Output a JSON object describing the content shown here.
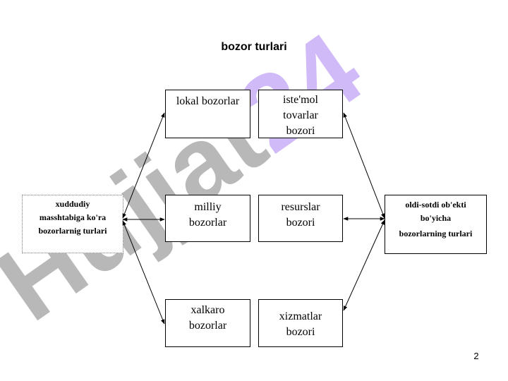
{
  "title": "bozor turlari",
  "left_category": {
    "lines": [
      "xuddudiy",
      "masshtabiga ko'ra",
      "bozorlarnig turlari"
    ]
  },
  "right_category": {
    "lines": [
      "oldi-sotdi ob'ekti",
      "bo'yicha",
      "bozorlarning turlari"
    ]
  },
  "boxes": {
    "lokal": [
      "lokal bozorlar"
    ],
    "milliy": [
      "milliy",
      "bozorlar"
    ],
    "xalkaro": [
      "xalkaro",
      "bozorlar"
    ],
    "istemol": [
      "iste'mol",
      "tovarlar",
      "bozori"
    ],
    "resurslar": [
      "resurslar",
      "bozori"
    ],
    "xizmatlar": [
      "xizmatlar",
      "bozori"
    ]
  },
  "watermark": {
    "text": "Hujjat24",
    "color": "#9a9a9a",
    "accent_color": "#cbb3f7"
  },
  "page_number": "2"
}
